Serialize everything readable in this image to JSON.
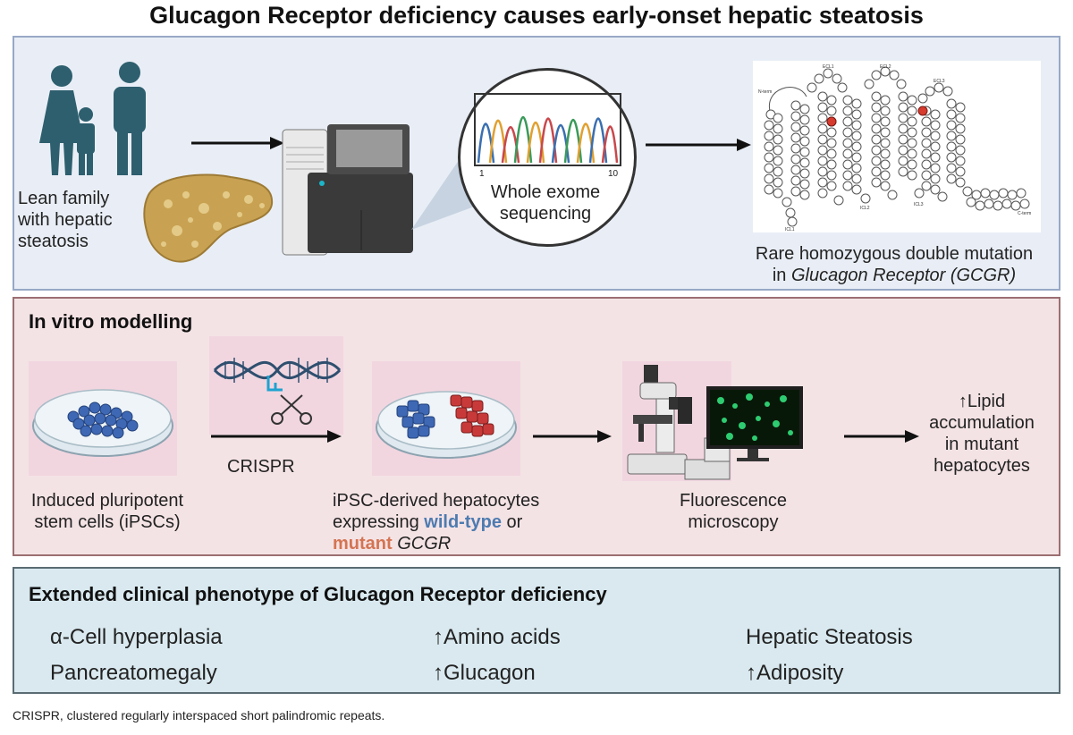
{
  "title": "Glucagon Receptor deficiency causes early-onset hepatic steatosis",
  "panel1": {
    "family_label": [
      "Lean family",
      "with hepatic",
      "steatosis"
    ],
    "seq_label": [
      "Whole exome",
      "sequencing"
    ],
    "chromatogram_ticks": [
      "1",
      "10"
    ],
    "mutation_label_line1": "Rare homozygous double mutation",
    "mutation_label_prefix": "in ",
    "mutation_label_gene": "Glucagon Receptor (GCGR)",
    "receptor_labels": [
      "N-term",
      "ECL1",
      "ECL2",
      "ECL3",
      "ICL1",
      "ICL2",
      "ICL3",
      "C-term"
    ]
  },
  "panel2": {
    "heading": "In vitro modelling",
    "crispr_label": "CRISPR",
    "ipsc_label": [
      "Induced pluripotent",
      "stem cells (iPSCs)"
    ],
    "hep_line1": "iPSC-derived hepatocytes",
    "hep_line2_prefix": "expressing ",
    "hep_wildtype": "wild-type",
    "hep_or": " or",
    "hep_mutant": "mutant",
    "hep_gene": "GCGR",
    "microscopy_label": [
      "Fluorescence",
      "microscopy"
    ],
    "result_label": [
      "↑Lipid",
      "accumulation",
      "in mutant",
      "hepatocytes"
    ]
  },
  "panel3": {
    "heading": "Extended clinical phenotype of Glucagon Receptor  deficiency",
    "items": [
      "α-Cell hyperplasia",
      "↑Amino acids",
      "Hepatic Steatosis",
      "Pancreatomegaly",
      "↑Glucagon",
      "↑Adiposity"
    ]
  },
  "footer": "CRISPR, clustered regularly interspaced short palindromic repeats.",
  "colors": {
    "panel1_bg": "#e9eef6",
    "panel2_bg": "#f4e3e5",
    "panel3_bg": "#d9e9ef",
    "family": "#2e5f6e",
    "liver": "#c8a252",
    "wildtype": "#4d7bb0",
    "mutant": "#d47452"
  }
}
